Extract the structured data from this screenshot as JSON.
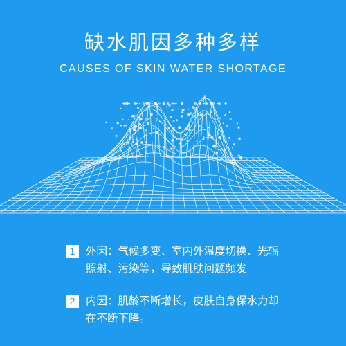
{
  "header": {
    "title": "缺水肌因多种多样",
    "subtitle": "CAUSES OF SKIN WATER SHORTAGE"
  },
  "causes": [
    {
      "number": "1",
      "text": "外因：气候多变、室内外温度切换、光辐照射、污染等，导致肌肤问题频发"
    },
    {
      "number": "2",
      "text": "内因：肌龄不断增长，皮肤自身保水力却在不断下降。"
    }
  ],
  "colors": {
    "background": "#1e9bef",
    "foreground": "#ffffff"
  },
  "illustration": {
    "icon": "wireframe-terrain-icon"
  }
}
